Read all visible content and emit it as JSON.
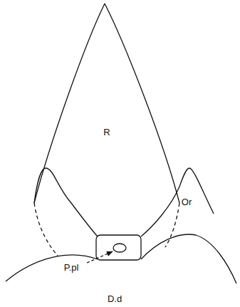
{
  "diagram": {
    "labels": [
      "R",
      "Or",
      "P.pl",
      "D.d"
    ]
  }
}
